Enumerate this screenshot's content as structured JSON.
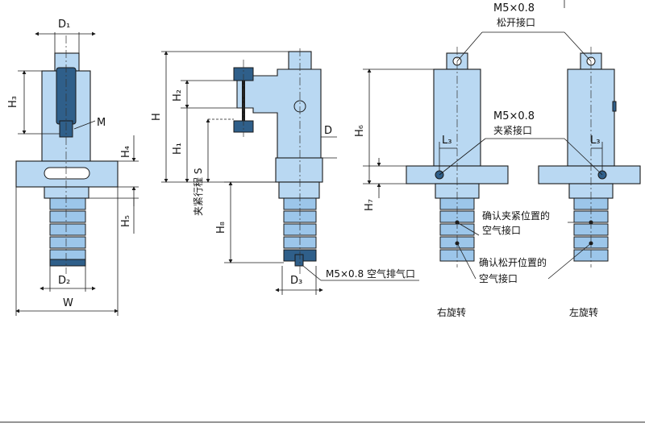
{
  "labels": {
    "d1": "D₁",
    "d2": "D₂",
    "d3": "D₃",
    "d": "D",
    "m": "M",
    "w": "W",
    "h": "H",
    "h1": "H₁",
    "h2": "H₂",
    "h3": "H₃",
    "h4": "H₄",
    "h5": "H₅",
    "h6": "H₆",
    "h7": "H₇",
    "h8": "H₈",
    "l3_left": "L₃",
    "l3_right": "L₃",
    "stroke_s": "夹紧行程 S"
  },
  "callouts": {
    "unclamp_port_size": "M5×0.8",
    "unclamp_port_name": "松开接口",
    "clamp_port_size": "M5×0.8",
    "clamp_port_name": "夹紧接口",
    "confirm_clamp_line1": "确认夹紧位置的",
    "confirm_clamp_line2": "空气接口",
    "confirm_unclamp_line1": "确认松开位置的",
    "confirm_unclamp_line2": "空气接口",
    "exhaust_port": "M5×0.8 空气排气口"
  },
  "captions": {
    "right_rotation": "右旋转",
    "left_rotation": "左旋转"
  },
  "colors": {
    "body": "#b9d8f2",
    "shade": "#9cc6ea",
    "dark": "#2f5f8a",
    "line": "#1a1a1a"
  }
}
